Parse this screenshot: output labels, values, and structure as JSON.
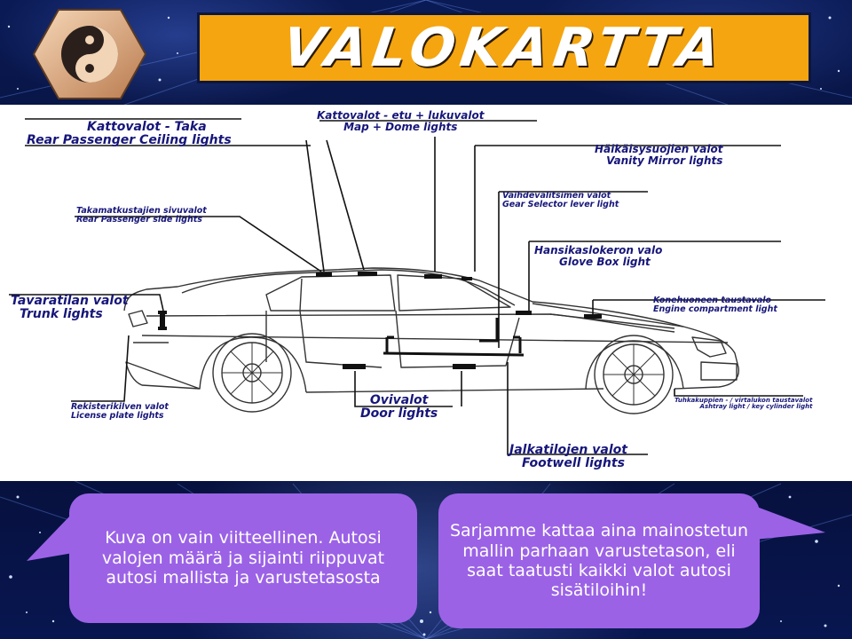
{
  "banner": {
    "title": "VALOKARTTA"
  },
  "labels": {
    "rear_ceiling": {
      "fi": "Kattovalot - Taka",
      "en": "Rear Passenger Ceiling lights"
    },
    "map_dome": {
      "fi": "Kattovalot - etu + lukuvalot",
      "en": "Map + Dome lights"
    },
    "vanity": {
      "fi": "Häikäisysuojien valot",
      "en": "Vanity Mirror lights"
    },
    "rear_side": {
      "fi": "Takamatkustajien sivuvalot",
      "en": "Rear Passenger side lights"
    },
    "gear": {
      "fi": "Vaihdevalitsimen valot",
      "en": "Gear Selector lever light"
    },
    "glovebox": {
      "fi": "Hansikaslokeron valo",
      "en": "Glove Box light"
    },
    "trunk": {
      "fi": "Tavaratilan valot",
      "en": "Trunk lights"
    },
    "engine": {
      "fi": "Konehuoneen taustavalo",
      "en": "Engine compartment light"
    },
    "license": {
      "fi": "Rekisterikilven valot",
      "en": "License plate lights"
    },
    "door": {
      "fi": "Ovivalot",
      "en": "Door lights"
    },
    "ashtray": {
      "fi": "Tuhkakuppien - / virtalukon taustavalot",
      "en": "Ashtray light / key cylinder light"
    },
    "footwell": {
      "fi": "Jalkatilojen valot",
      "en": "Footwell lights"
    }
  },
  "notes": {
    "left": "Kuva on vain viitteellinen. Autosi valojen määrä ja sijainti riippuvat autosi mallista ja varustetasosta",
    "right": "Sarjamme kattaa aina mainostetun mallin parhaan varustetason, eli saat taatusti kaikki valot autosi sisätiloihin!"
  },
  "colors": {
    "accent": "#f5a510",
    "label_text": "#16167a",
    "bubble": "#9b62e6",
    "background": "#050c2c"
  },
  "icons": {
    "logo": "yin-yang-logo-icon"
  }
}
